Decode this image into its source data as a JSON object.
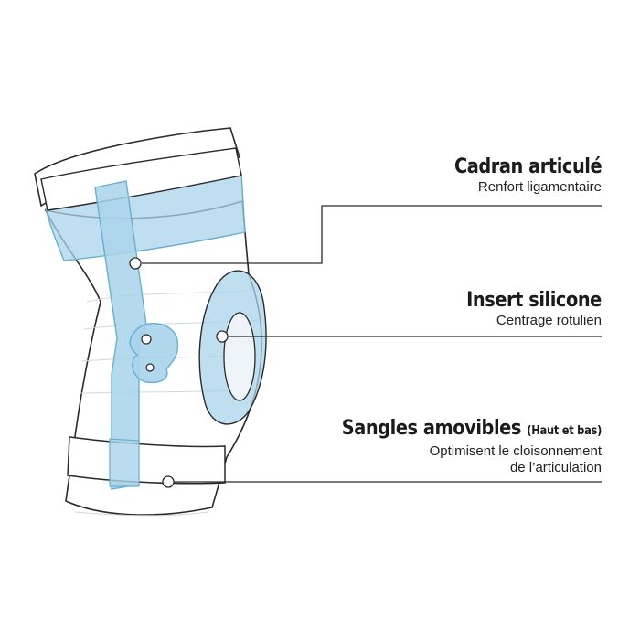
{
  "colors": {
    "accent_blue": "#a9d3ea",
    "accent_blue_stroke": "#6aaed2",
    "outline": "#2a2a2a",
    "background": "#ffffff"
  },
  "labels": [
    {
      "title": "Cadran articulé",
      "title_note": "",
      "subtitle_lines": [
        "Renfort ligamentaire"
      ]
    },
    {
      "title": "Insert silicone",
      "title_note": "",
      "subtitle_lines": [
        "Centrage rotulien"
      ]
    },
    {
      "title": "Sangles amovibles",
      "title_note": "(Haut et bas)",
      "subtitle_lines": [
        "Optimisent le cloisonnement",
        "de l’articulation"
      ]
    }
  ]
}
